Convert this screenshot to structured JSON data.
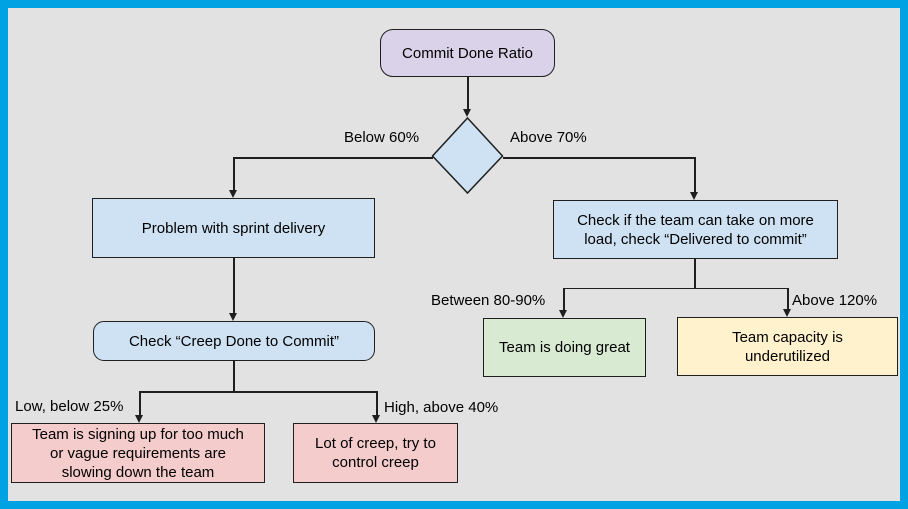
{
  "diagram": {
    "nodes": {
      "start": {
        "label": "Commit Done Ratio",
        "fill": "#D9D2E9"
      },
      "decision": {
        "shape": "diamond",
        "fill": "#CFE2F3"
      },
      "problem_delivery": {
        "label": "Problem with sprint delivery",
        "fill": "#CFE2F3"
      },
      "check_load": {
        "label": "Check if the team can take on more load, check “Delivered to commit”",
        "fill": "#CFE2F3"
      },
      "check_creep": {
        "label": "Check “Creep Done to Commit”",
        "fill": "#CFE2F3"
      },
      "signing_up_too_much": {
        "label": "Team is signing up for too much or vague requirements are slowing down the team",
        "fill": "#F4CCCC"
      },
      "lot_of_creep": {
        "label": "Lot of creep, try to control creep",
        "fill": "#F4CCCC"
      },
      "doing_great": {
        "label": "Team is doing great",
        "fill": "#D9EAD3"
      },
      "capacity_underutilized": {
        "label": "Team capacity is underutilized",
        "fill": "#FFF2CC"
      }
    },
    "edge_labels": {
      "below_60": "Below 60%",
      "above_70": "Above 70%",
      "low_below_25": "Low, below 25%",
      "high_above_40": "High, above 40%",
      "between_80_90": "Between 80-90%",
      "above_120": "Above 120%"
    },
    "palette": {
      "frame": "#00A2E3",
      "background": "#E2E2E2",
      "stroke": "#1F1F1F",
      "text": "#000000"
    }
  }
}
